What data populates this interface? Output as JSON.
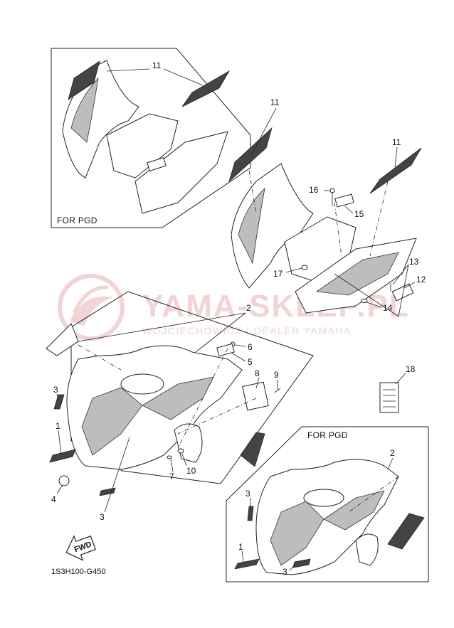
{
  "callouts": {
    "c11a": "11",
    "c11b": "11",
    "c11c": "11",
    "c16": "16",
    "c15": "15",
    "c17": "17",
    "c13": "13",
    "c12": "12",
    "c14": "14",
    "c2a": "2",
    "c6": "6",
    "c5": "5",
    "c8": "8",
    "c9": "9",
    "c3a": "3",
    "c1a": "1",
    "c4": "4",
    "c3b": "3",
    "c7": "7",
    "c10": "10",
    "c18": "18",
    "c2b": "2",
    "c3c": "3",
    "c1b": "1",
    "c3d": "3"
  },
  "boxes": {
    "top_label": "FOR PGD",
    "bottom_label": "FOR PGD"
  },
  "watermark": {
    "title": "YAMA-SKLEP.PL",
    "subtitle": "WOJCIECHOWICZ | DEALER YAMAHA"
  },
  "fwd_label": "FWD",
  "diagram_code": "1S3H100-G450",
  "icons": [
    "watermark-logo-icon",
    "fwd-arrow-icon"
  ]
}
